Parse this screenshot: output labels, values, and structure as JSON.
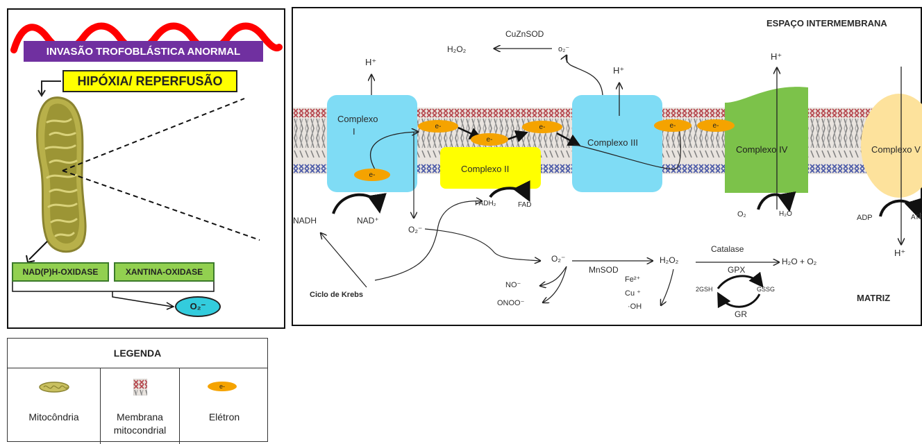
{
  "left_panel": {
    "banner": "INVASÃO TROFOBLÁSTICA ANORMAL",
    "hypoxia": "HIPÓXIA/ REPERFUSÃO",
    "enzyme_1": "NAD(P)H-OXIDASE",
    "enzyme_2": "XANTINA-OXIDASE",
    "superoxide": "O₂⁻",
    "colors": {
      "banner": "#7030a0",
      "wave": "#ff0000",
      "hypoxia_fill": "#ffff00",
      "enzyme_fill": "#92d050",
      "superoxide_fill": "#33ccdd",
      "mito": "#b8b04a"
    }
  },
  "right_panel": {
    "region_top": "ESPAÇO INTERMEMBRANA",
    "region_bottom": "MATRIZ",
    "complex_1": [
      "Complexo",
      "I"
    ],
    "complex_2": "Complexo II",
    "complex_3": "Complexo III",
    "complex_4": "Complexo IV",
    "complex_5": "Complexo V",
    "electron": "e-",
    "proton": "H⁺",
    "cuznsod": "CuZnSOD",
    "h2o2": "H₂O₂",
    "o2_radical_small": "o₂⁻",
    "o2_radical": "O₂⁻",
    "nadh": "NADH",
    "nad": "NAD⁺",
    "fadh2": "FADH₂",
    "fad": "FAD",
    "o2": "O₂",
    "h2o": "H₂O",
    "adp": "ADP",
    "atp": "ATP",
    "krebs": "Ciclo de Krebs",
    "mnsod": "MnSOD",
    "no": "NO⁻",
    "onoo": "ONOO⁻",
    "fe": "Fe²⁺",
    "cu": "Cu ⁺",
    "oh": "·OH",
    "catalase": "Catalase",
    "gpx": "GPX",
    "gr": "GR",
    "gsh": "2GSH",
    "gssg": "GSSG",
    "products": "H₂O + O₂",
    "colors": {
      "complex_1": "#7fdcf5",
      "complex_2": "#ffff00",
      "complex_3": "#7fdcf5",
      "complex_4": "#7cc24a",
      "complex_5": "#fde29c",
      "electron": "#f5a300"
    }
  },
  "legend": {
    "title": "LEGENDA",
    "items": [
      "Mitocôndria",
      "Membrana mitocondrial",
      "Elétron"
    ],
    "electron_icon": "e-"
  }
}
